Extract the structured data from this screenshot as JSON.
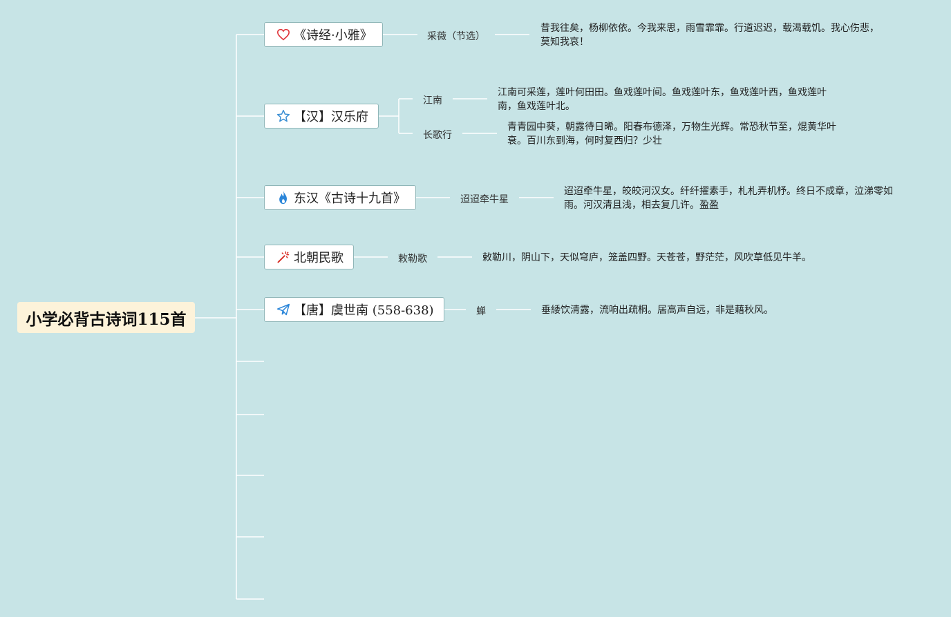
{
  "root": {
    "title": "小学必背古诗词115首"
  },
  "categories": [
    {
      "label": "《诗经·小雅》",
      "icon": "heart-icon",
      "icon_color": "#e0383e",
      "poems": [
        {
          "title": "采薇（节选）",
          "text": "昔我往矣，杨柳依依。今我来思，雨雪霏霏。行道迟迟，载渴载饥。我心伤悲，莫知我哀！"
        }
      ]
    },
    {
      "label": "【汉】汉乐府",
      "icon": "star-icon",
      "icon_color": "#3b8fd4",
      "poems": [
        {
          "title": "江南",
          "text": "江南可采莲，莲叶何田田。鱼戏莲叶间。鱼戏莲叶东，鱼戏莲叶西，鱼戏莲叶南，鱼戏莲叶北。"
        },
        {
          "title": "长歌行",
          "text": "青青园中葵，朝露待日晞。阳春布德泽，万物生光辉。常恐秋节至，焜黄华叶衰。百川东到海，何时复西归？少壮"
        }
      ]
    },
    {
      "label": "东汉《古诗十九首》",
      "icon": "flame-icon",
      "icon_color": "#2b86d9",
      "poems": [
        {
          "title": "迢迢牵牛星",
          "text": "迢迢牵牛星，皎皎河汉女。纤纤擢素手，札札弄机杼。终日不成章，泣涕零如雨。河汉清且浅，相去复几许。盈盈"
        }
      ]
    },
    {
      "label": "北朝民歌",
      "icon": "magic-wand-icon",
      "icon_color": "#d9342b",
      "poems": [
        {
          "title": "敕勒歌",
          "text": "敕勒川，阴山下，天似穹庐，笼盖四野。天苍苍，野茫茫，风吹草低见牛羊。"
        }
      ]
    },
    {
      "label": "【唐】虞世南 (558-638)",
      "icon": "paper-plane-icon",
      "icon_color": "#2b86d9",
      "poems": [
        {
          "title": "蝉",
          "text": "垂緌饮清露，流响出疏桐。居高声自远，非是藉秋风。"
        }
      ]
    }
  ],
  "colors": {
    "background": "#c7e4e6",
    "root_fill": "#fdf3da",
    "line": "#ffffff",
    "card_border": "#8fb6b8"
  }
}
